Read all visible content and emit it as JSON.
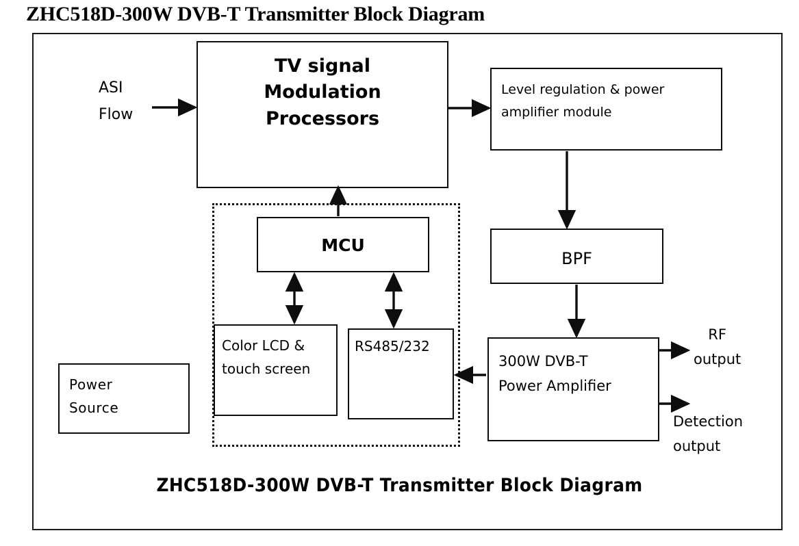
{
  "title": "ZHC518D-300W DVB-T Transmitter Block Diagram",
  "caption": "ZHC518D-300W DVB-T Transmitter Block Diagram",
  "blocks": {
    "tv_signal": "TV signal\nModulation\nProcessors",
    "level_regulation": "Level regulation & power\namplifier module",
    "bpf": "BPF",
    "mcu": "MCU",
    "color_lcd": "Color LCD &\ntouch screen",
    "rs485": "RS485/232",
    "power_amplifier": "300W DVB-T\nPower Amplifier",
    "power_source": "Power\nSource"
  },
  "labels": {
    "asi_flow": "ASI\nFlow",
    "rf_output": "RF\noutput",
    "detection_output": "Detection\noutput"
  },
  "colors": {
    "line": "#0d0d0d",
    "text": "#000000",
    "background": "#ffffff"
  },
  "connections": [
    {
      "name": "asi-to-modulator",
      "from": "ASI Flow",
      "to": "TV signal Modulation Processors",
      "style": "arrow"
    },
    {
      "name": "modulator-to-level",
      "from": "TV signal Modulation Processors",
      "to": "Level regulation & power amplifier module",
      "style": "arrow"
    },
    {
      "name": "level-to-bpf",
      "from": "Level regulation & power amplifier module",
      "to": "BPF",
      "style": "arrow"
    },
    {
      "name": "bpf-to-amplifier",
      "from": "BPF",
      "to": "300W DVB-T Power Amplifier",
      "style": "arrow"
    },
    {
      "name": "mcu-to-modulator",
      "from": "MCU",
      "to": "TV signal Modulation Processors",
      "style": "arrow"
    },
    {
      "name": "mcu-lcd",
      "from": "MCU",
      "to": "Color LCD & touch screen",
      "style": "double-arrow"
    },
    {
      "name": "mcu-rs485",
      "from": "MCU",
      "to": "RS485/232",
      "style": "double-arrow"
    },
    {
      "name": "amplifier-to-control",
      "from": "300W DVB-T Power Amplifier",
      "to": "RS485/232",
      "style": "arrow"
    },
    {
      "name": "amplifier-to-rf-output",
      "from": "300W DVB-T Power Amplifier",
      "to": "RF output",
      "style": "arrow"
    },
    {
      "name": "amplifier-to-detection-output",
      "from": "300W DVB-T Power Amplifier",
      "to": "Detection output",
      "style": "arrow"
    }
  ]
}
